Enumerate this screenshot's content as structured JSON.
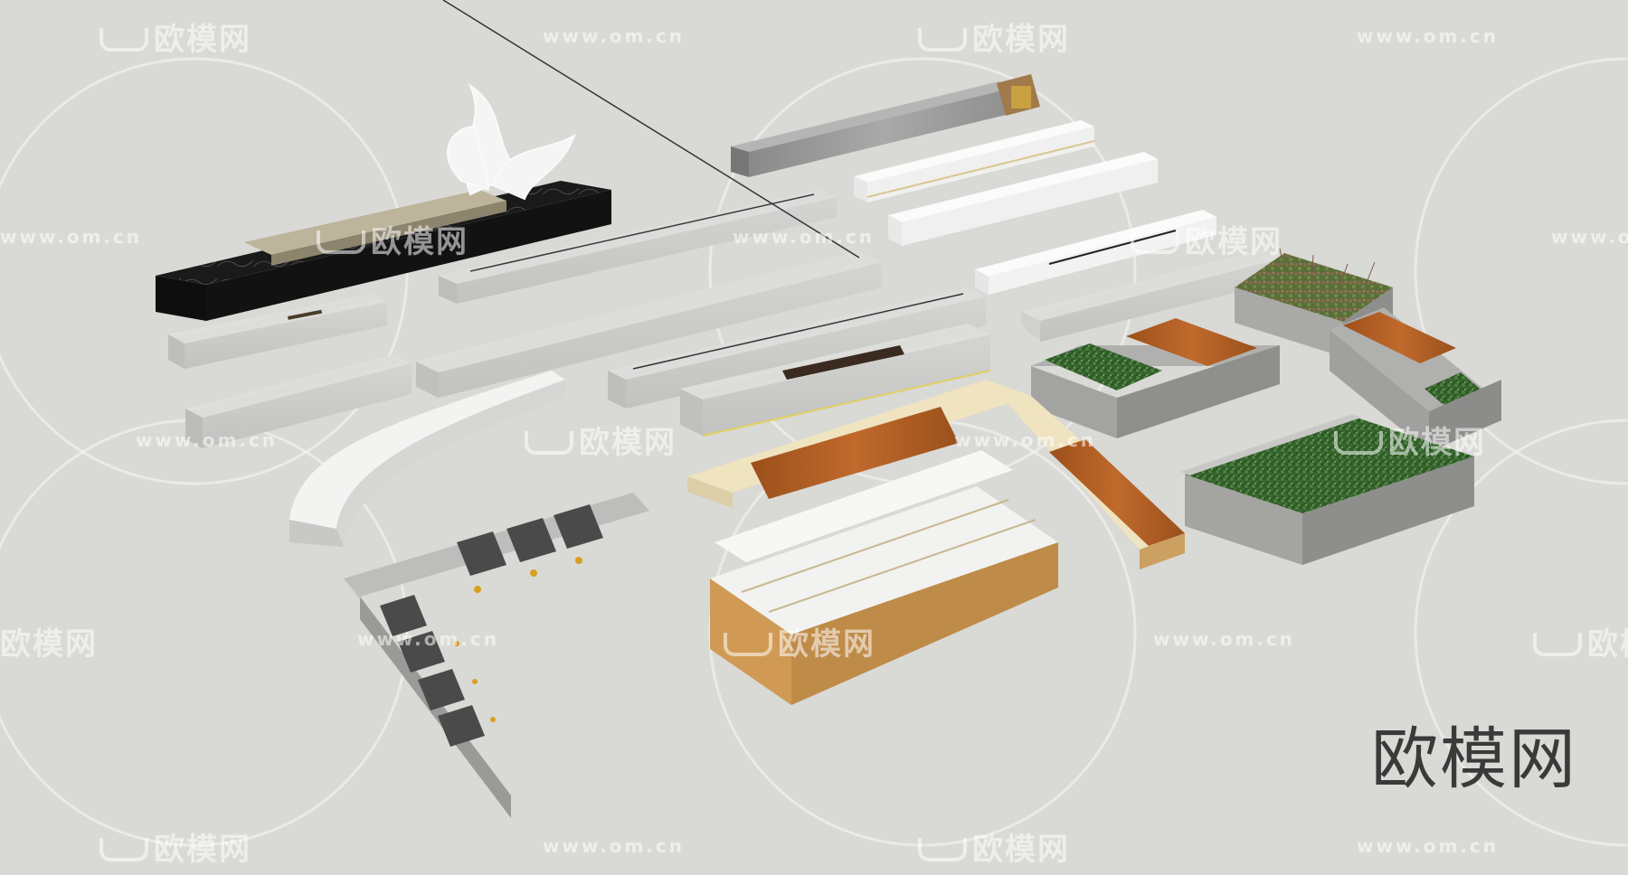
{
  "brand": {
    "corner_text": "欧模网"
  },
  "watermark": {
    "logo_text": "欧模网",
    "url_text": "www.om.cn"
  },
  "colors": {
    "background": "#d9d9d6",
    "marble": "#e8e8e6",
    "black_marble": "#1c1c1c",
    "wood": "#a65a22",
    "grass": "#3c6a32",
    "concrete": "#9e9e9c",
    "sand": "#efe3c0"
  }
}
